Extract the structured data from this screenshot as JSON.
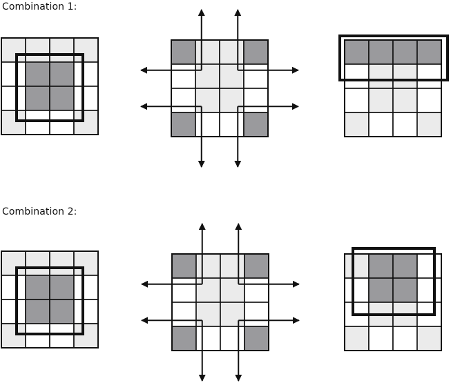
{
  "combinations": [
    {
      "title": "Combination 1:"
    },
    {
      "title": "Combination 2:"
    }
  ],
  "colors": {
    "dark": "#9a9a9d",
    "light": "#ebebeb",
    "white": "#ffffff",
    "line": "#111111"
  },
  "grid": {
    "rows": 4,
    "cols": 4
  },
  "cell_patterns": {
    "frame_dark_center": [
      [
        "light",
        "light",
        "light",
        "light"
      ],
      [
        "white",
        "dark",
        "dark",
        "white"
      ],
      [
        "white",
        "dark",
        "dark",
        "white"
      ],
      [
        "light",
        "white",
        "white",
        "light"
      ]
    ],
    "corners_with_arrows": [
      [
        "dark",
        "light",
        "light",
        "dark"
      ],
      [
        "white",
        "light",
        "light",
        "white"
      ],
      [
        "white",
        "light",
        "light",
        "white"
      ],
      [
        "dark",
        "white",
        "white",
        "dark"
      ]
    ],
    "top_row_dark": [
      [
        "dark",
        "dark",
        "dark",
        "dark"
      ],
      [
        "white",
        "light",
        "light",
        "white"
      ],
      [
        "white",
        "light",
        "light",
        "white"
      ],
      [
        "light",
        "white",
        "white",
        "light"
      ]
    ],
    "center_dark_shifted": [
      [
        "light",
        "dark",
        "dark",
        "white"
      ],
      [
        "white",
        "dark",
        "dark",
        "white"
      ],
      [
        "white",
        "light",
        "light",
        "white"
      ],
      [
        "light",
        "white",
        "white",
        "light"
      ]
    ]
  }
}
